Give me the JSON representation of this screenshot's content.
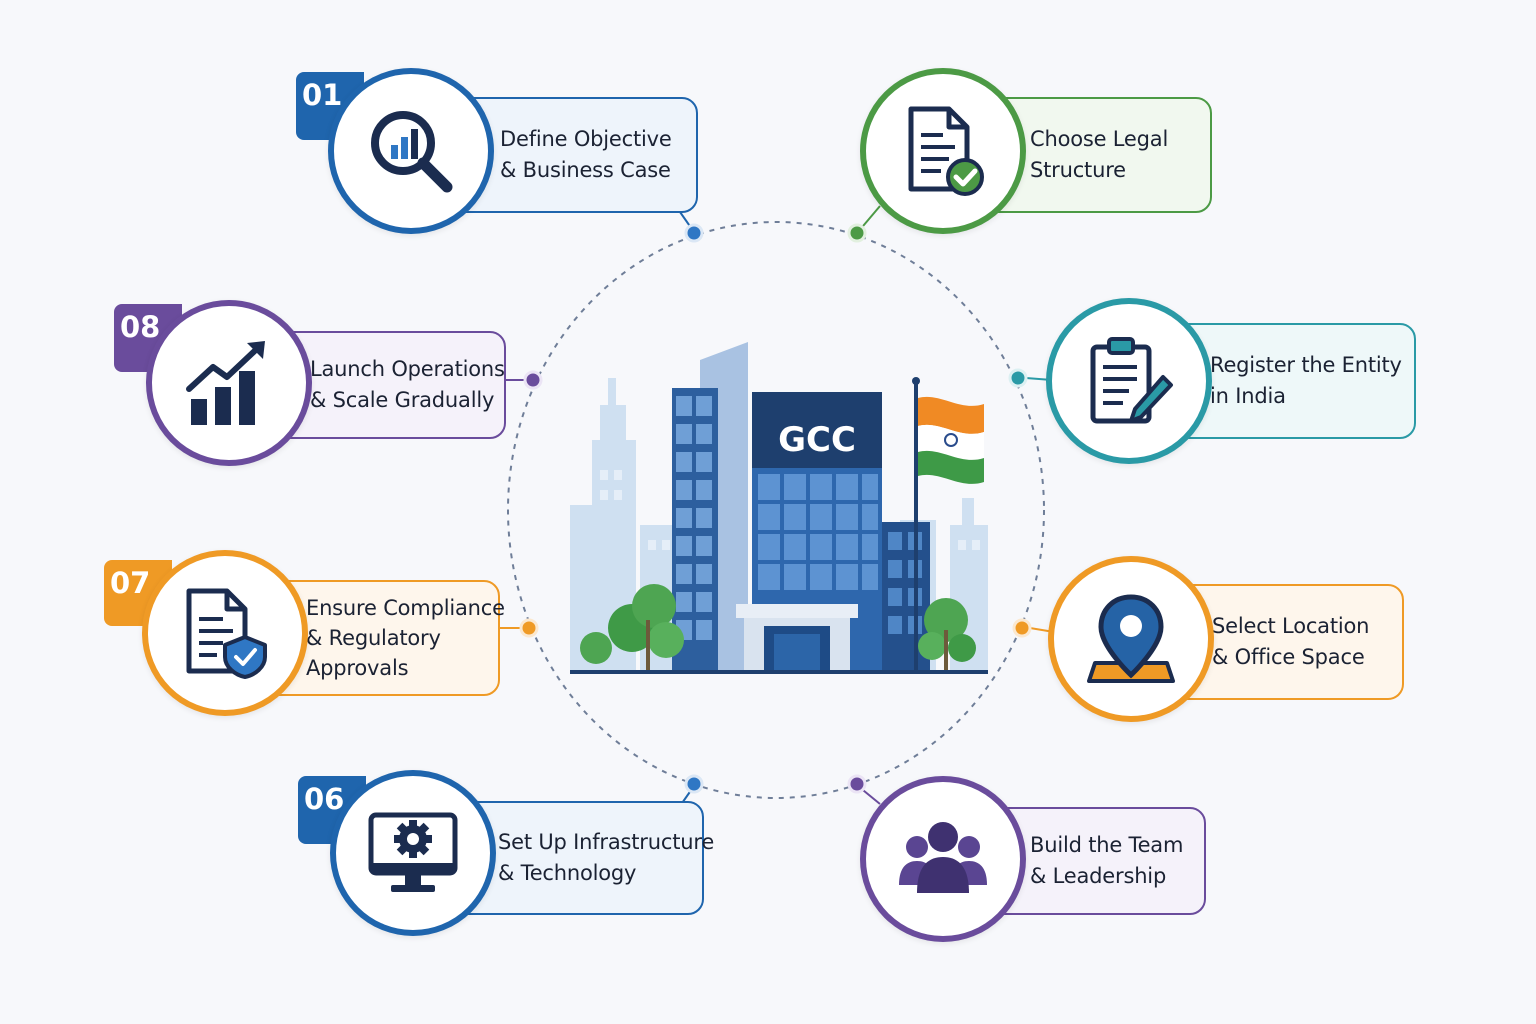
{
  "center": {
    "sign_text": "GCC"
  },
  "steps": [
    {
      "id": "01",
      "number": "01",
      "line1": "Define Objective",
      "line2": "& Business Case",
      "line3": "",
      "icon": "magnifier-chart-icon",
      "color": "#1f65ad",
      "tint": "#eef4fb"
    },
    {
      "id": "02",
      "number": "",
      "line1": "Choose Legal",
      "line2": "Structure",
      "line3": "",
      "icon": "document-check-icon",
      "color": "#4c9a45",
      "tint": "#f1f8ef"
    },
    {
      "id": "03",
      "number": "",
      "line1": "Register the Entity",
      "line2": "in India",
      "line3": "",
      "icon": "clipboard-pen-icon",
      "color": "#2a9aa6",
      "tint": "#eef8f9"
    },
    {
      "id": "04",
      "number": "",
      "line1": "Select Location",
      "line2": "& Office Space",
      "line3": "",
      "icon": "location-pin-icon",
      "color": "#ef9a25",
      "tint": "#fef6ec"
    },
    {
      "id": "05",
      "number": "",
      "line1": "Build the Team",
      "line2": "& Leadership",
      "line3": "",
      "icon": "team-icon",
      "color": "#6a4c9c",
      "tint": "#f5f2fa"
    },
    {
      "id": "06",
      "number": "06",
      "line1": "Set Up Infrastructure",
      "line2": "& Technology",
      "line3": "",
      "icon": "monitor-gear-icon",
      "color": "#1f65ad",
      "tint": "#eef4fb"
    },
    {
      "id": "07",
      "number": "07",
      "line1": "Ensure Compliance",
      "line2": "& Regulatory",
      "line3": "Approvals",
      "icon": "document-shield-icon",
      "color": "#ef9a25",
      "tint": "#fef6ec"
    },
    {
      "id": "08",
      "number": "08",
      "line1": "Launch Operations",
      "line2": "& Scale Gradually",
      "line3": "",
      "icon": "growth-chart-icon",
      "color": "#6a4c9c",
      "tint": "#f5f2fa"
    }
  ]
}
